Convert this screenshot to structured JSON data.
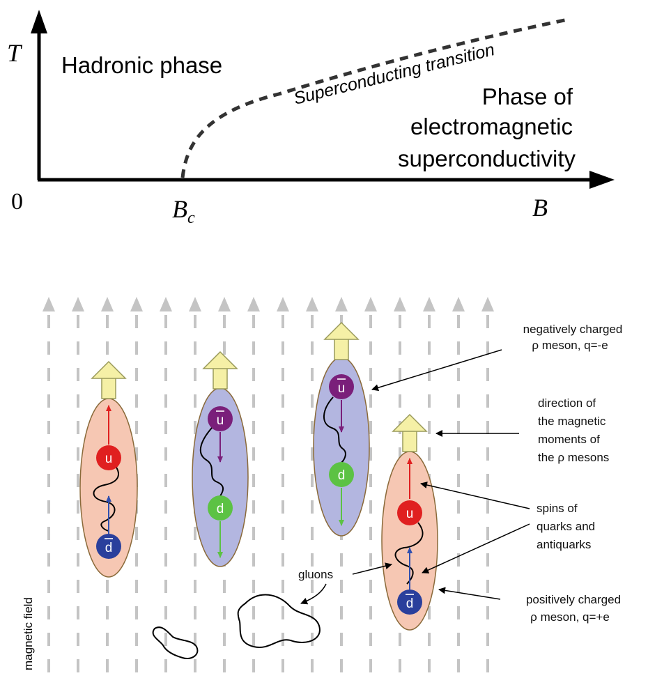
{
  "phase_diagram": {
    "y_axis_label": "T",
    "origin_label": "0",
    "x_axis_label": "B",
    "critical_label_main": "B",
    "critical_label_sub": "c",
    "hadronic_phase": "Hadronic phase",
    "transition_label": "Superconducting transition",
    "sc_phase_line1": "Phase of",
    "sc_phase_line2": "electromagnetic",
    "sc_phase_line3": "superconductivity"
  },
  "meson_diagram": {
    "field_label": "magnetic field",
    "gluons_label": "gluons",
    "quarks": {
      "up": "u",
      "down": "d"
    },
    "colors": {
      "positive_meson_fill": "#f6c7b3",
      "negative_meson_fill": "#b3b6e0",
      "up_quark": "#e02020",
      "anti_up_quark": "#7a1f7a",
      "down_quark": "#5cc244",
      "anti_down_quark": "#2a3f9c",
      "moment_arrow": "#f5f0a6",
      "field_arrows": "#c4c4c4"
    },
    "annotations": {
      "negative_meson_l1": "negatively charged",
      "negative_meson_l2": "ρ meson, q=-e",
      "moment_l1": "direction of",
      "moment_l2": "the magnetic",
      "moment_l3": "moments of",
      "moment_l4": "the ρ mesons",
      "spins_l1": "spins of",
      "spins_l2": "quarks and",
      "spins_l3": "antiquarks",
      "positive_meson_l1": "positively charged",
      "positive_meson_l2": "ρ meson, q=+e"
    }
  }
}
